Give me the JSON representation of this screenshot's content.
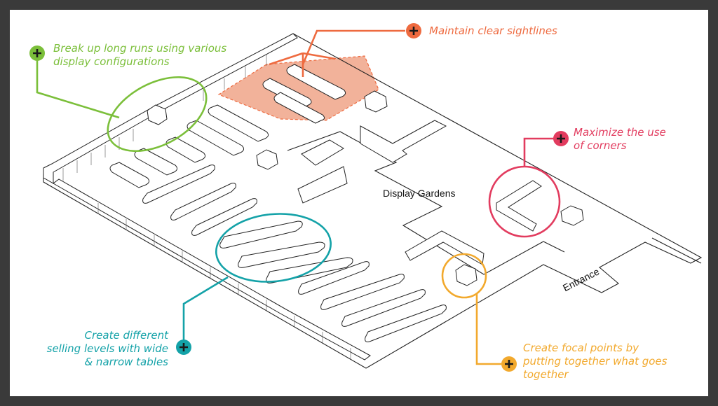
{
  "labels": {
    "display_gardens": "Display Gardens",
    "entrance": "Entrance"
  },
  "callouts": {
    "break_up_runs": {
      "text": "Break up long runs using various\ndisplay configurations",
      "color": "#7bbf3a"
    },
    "sightlines": {
      "text": "Maintain clear sightlines",
      "color": "#ee6a3f"
    },
    "corners": {
      "text": "Maximize the use\nof corners",
      "color": "#e23c5f"
    },
    "selling_levels": {
      "text": "Create different\nselling  levels with wide\n& narrow tables",
      "color": "#14a2a8"
    },
    "focal_points": {
      "text": "Create focal points by\nputting together what goes\ntogether",
      "color": "#f2a92d"
    }
  },
  "icons": {
    "plus": "plus-circle-icon"
  }
}
